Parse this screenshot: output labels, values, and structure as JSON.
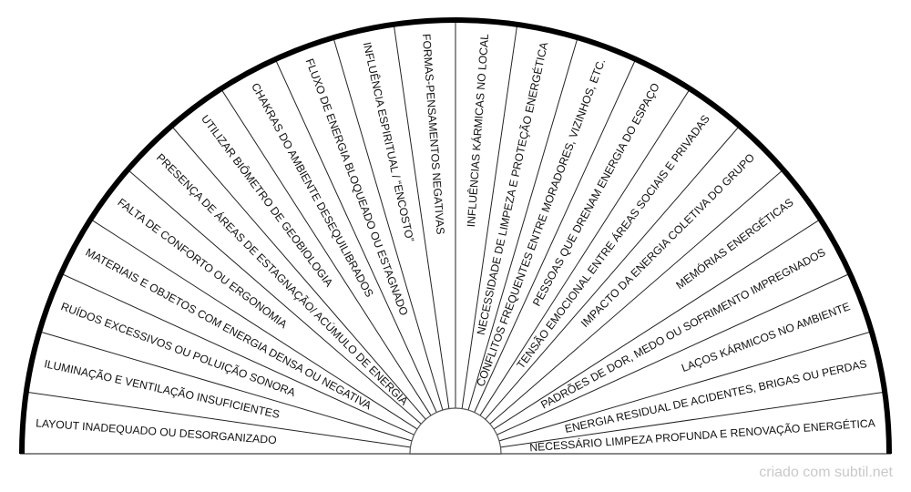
{
  "segments": [
    "LAYOUT INADEQUADO OU DESORGANIZADO",
    "ILUMINAÇÃO E VENTILAÇÃO INSUFICIENTES",
    "RUÍDOS EXCESSIVOS OU POLUIÇÃO SONORA",
    "MATERIAIS E OBJETOS COM ENERGIA DENSA OU NEGATIVA",
    "FALTA DE CONFORTO OU ERGONOMIA",
    "PRESENÇA DE ÁREAS DE ESTAGNAÇÃO/ ACÚMULO DE ENERGIA",
    "UTILIZAR BIÔMETRO DE GEOBIOLOGIA",
    "CHAKRAS DO AMBIENTE DESEQUILIBRADOS",
    "FLUXO DE ENERGIA BLOQUEADO OU ESTAGNADO",
    "INFLUÊNCIA ESPIRITUAL / “ENCOSTO”",
    "FORMAS-PENSAMENTOS NEGATIVAS",
    "INFLUÊNCIAS KÁRMICAS NO LOCAL",
    "NECESSIDADE DE LIMPEZA E PROTEÇÃO ENERGÉTICA",
    "CONFLITOS FREQUENTES ENTRE MORADORES, VIZINHOS, ETC.",
    "PESSOAS QUE DRENAM ENERGIA DO ESPAÇO",
    "TENSÃO EMOCIONAL ENTRE ÁREAS SOCIAIS E PRIVADAS",
    "IMPACTO DA ENERGIA COLETIVA DO GRUPO",
    "MEMÓRIAS ENERGÉTICAS",
    "PADRÕES DE DOR, MEDO OU SOFRIMENTO IMPREGNADOS",
    "LAÇOS KÁRMICOS NO AMBIENTE",
    "ENERGIA RESIDUAL DE ACIDENTES, BRIGAS OU PERDAS",
    "NECESSÁRIO LIMPEZA PROFUNDA E RENOVAÇÃO ENERGÉTICA"
  ],
  "footer": {
    "credit": "criado com subtil.net"
  },
  "colors": {
    "ink": "#111111",
    "baseline": "#888888",
    "credit": "#c9c9c9"
  }
}
